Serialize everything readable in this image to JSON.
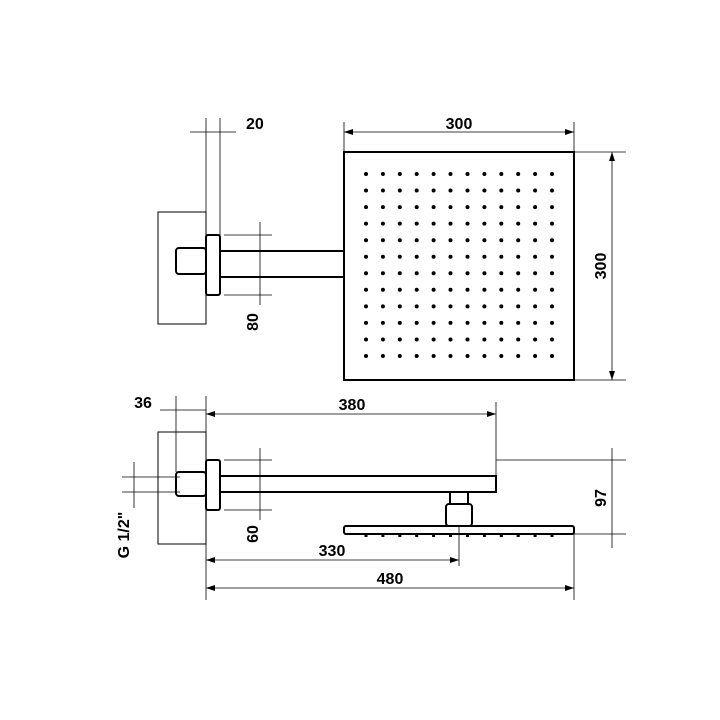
{
  "drawing": {
    "top_view": {
      "dims": {
        "wall_plate": "20",
        "head_width": "300",
        "head_height": "300",
        "arm_drop": "80"
      },
      "nozzle_grid": {
        "rows": 12,
        "cols": 12
      }
    },
    "side_view": {
      "dims": {
        "wall_depth": "36",
        "arm_length": "380",
        "thread": "G 1/2\"",
        "arm_drop": "60",
        "head_offset": "330",
        "total_length": "480",
        "total_height": "97"
      }
    }
  }
}
